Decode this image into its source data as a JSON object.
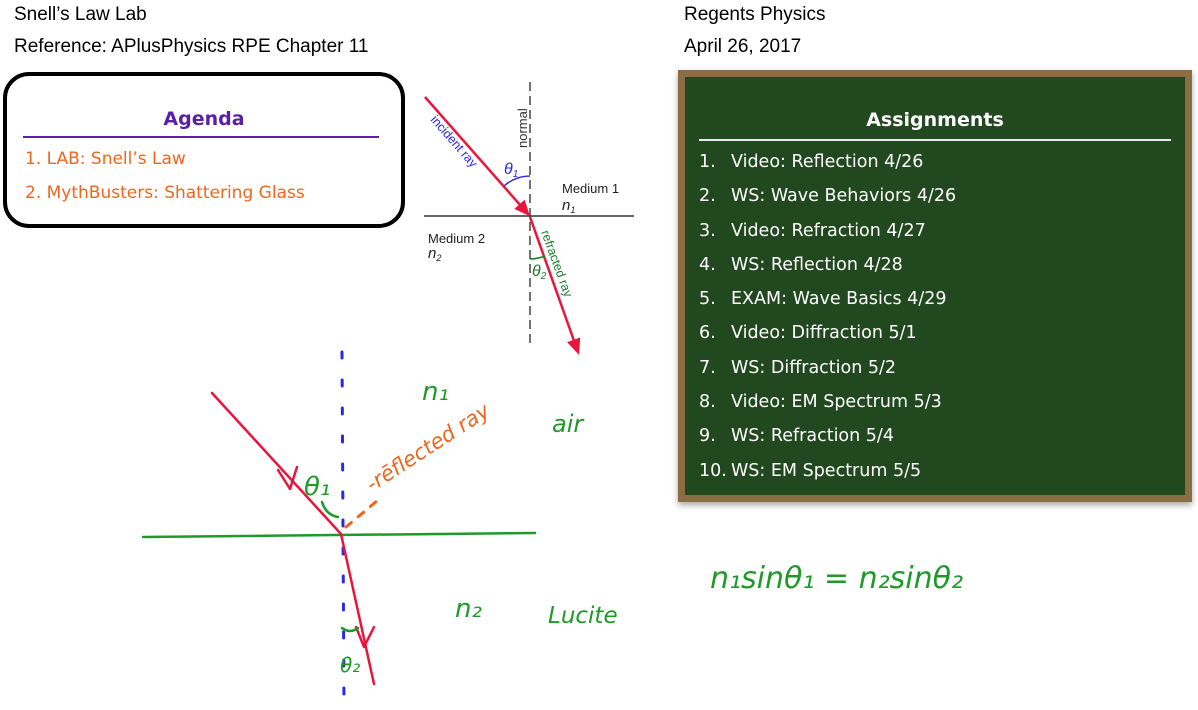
{
  "header": {
    "title": "Snell’s Law Lab",
    "reference": "Reference: APlusPhysics RPE Chapter 11",
    "course": "Regents Physics",
    "date": "April 26, 2017"
  },
  "agenda": {
    "title": "Agenda",
    "items": [
      "1. LAB: Snell’s Law",
      "2. MythBusters: Shattering Glass"
    ]
  },
  "assignments": {
    "title": "Assignments",
    "items": [
      {
        "num": "1.",
        "text": "Video: Reflection 4/26"
      },
      {
        "num": "2.",
        "text": "WS: Wave Behaviors 4/26"
      },
      {
        "num": "3.",
        "text": "Video: Refraction 4/27"
      },
      {
        "num": "4.",
        "text": "WS: Reflection 4/28"
      },
      {
        "num": "5.",
        "text": "EXAM: Wave Basics 4/29"
      },
      {
        "num": "6.",
        "text": "Video: Diffraction 5/1"
      },
      {
        "num": "7.",
        "text": "WS: Diffraction 5/2"
      },
      {
        "num": "8.",
        "text": "Video: EM Spectrum 5/3"
      },
      {
        "num": "9.",
        "text": "WS: Refraction 5/4"
      },
      {
        "num": "10.",
        "text": "WS: EM Spectrum 5/5"
      }
    ]
  },
  "diagram": {
    "normal": "normal",
    "incident_ray": "incident ray",
    "refracted_ray": "refracted ray",
    "theta1": "θ",
    "theta1_sub": "1",
    "theta2": "θ",
    "theta2_sub": "2",
    "medium1": "Medium 1",
    "n1": "n",
    "n1_sub": "1",
    "medium2": "Medium 2",
    "n2": "n",
    "n2_sub": "2"
  },
  "handwriting": {
    "n1": "n₁",
    "air": "air",
    "reflected_ray": "-rēflected ray",
    "theta1": "θ₁",
    "n2": "n₂",
    "lucite": "Lucite",
    "theta2": "θ₂",
    "equation": "n₁sinθ₁ = n₂sinθ₂"
  },
  "colors": {
    "agenda_accent": "#5a1fa6",
    "agenda_items": "#f0651e",
    "chalkboard": "#21481f",
    "chalkboard_frame": "#8b6d45",
    "ray_red": "#e8163c",
    "ink_green": "#1f9a2a",
    "ink_orange": "#f0651e",
    "normal_blue": "#2a2ae0"
  }
}
